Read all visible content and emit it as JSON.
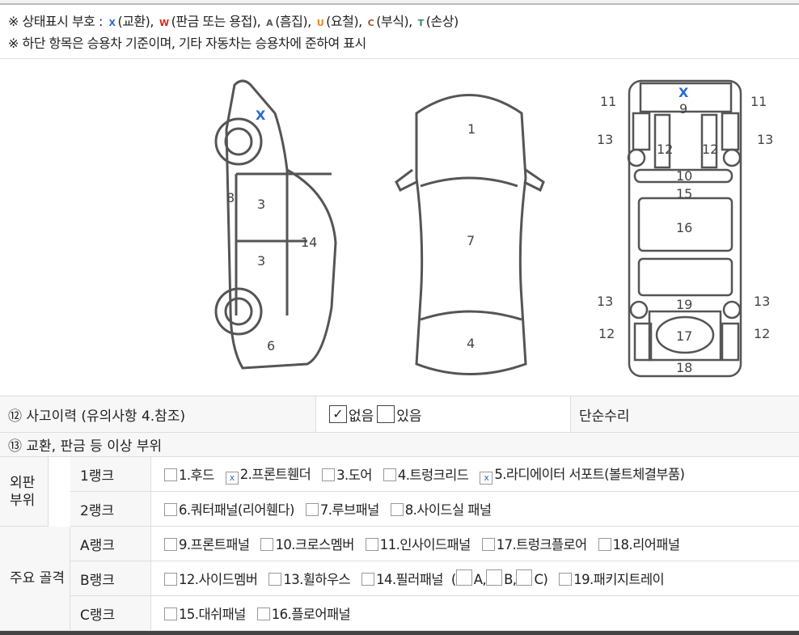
{
  "legend": {
    "line1_prefix": "※ 상태표시 부호 :",
    "symbols": [
      {
        "sym": "X",
        "label": "(교환),",
        "color": "#2a6ad0"
      },
      {
        "sym": "W",
        "label": "(판금 또는 용접),",
        "color": "#d9261c"
      },
      {
        "sym": "A",
        "label": "(흠집),",
        "color": "#555555"
      },
      {
        "sym": "U",
        "label": "(요철),",
        "color": "#e08a1e"
      },
      {
        "sym": "C",
        "label": "(부식),",
        "color": "#a0522d"
      },
      {
        "sym": "T",
        "label": "(손상)",
        "color": "#2e8b57"
      }
    ],
    "line2": "※ 하단 항목은 승용차 기준이며, 기타 자동차는 승용차에 준하여 표시"
  },
  "diagram": {
    "side": [
      "8",
      "3",
      "3",
      "14",
      "6"
    ],
    "top": [
      "1",
      "7",
      "4"
    ],
    "under": [
      "11",
      "11",
      "9",
      "13",
      "13",
      "12",
      "12",
      "10",
      "15",
      "16",
      "13",
      "13",
      "19",
      "12",
      "12",
      "17",
      "18"
    ],
    "marks": [
      "X",
      "X"
    ]
  },
  "accident": {
    "label": "⑫ 사고이력 (유의사항 4.참조)",
    "none": "없음",
    "none_checked": true,
    "yes": "있음",
    "yes_checked": false,
    "repair": "단순수리"
  },
  "section13": "⑬ 교환, 판금 등 이상 부위",
  "groups": {
    "exterior": "외판 부위",
    "frame": "주요 골격"
  },
  "ranks": [
    {
      "name": "1랭크",
      "items": [
        {
          "t": "1.후드",
          "c": ""
        },
        {
          "t": "2.프론트휀더",
          "c": "x"
        },
        {
          "t": "3.도어",
          "c": ""
        },
        {
          "t": "4.트렁크리드",
          "c": ""
        },
        {
          "t": "5.라디에이터 서포트(볼트체결부품)",
          "c": "x"
        }
      ]
    },
    {
      "name": "2랭크",
      "items": [
        {
          "t": "6.쿼터패널(리어휀다)",
          "c": ""
        },
        {
          "t": "7.루브패널",
          "c": ""
        },
        {
          "t": "8.사이드실 패널",
          "c": ""
        }
      ]
    },
    {
      "name": "A랭크",
      "items": [
        {
          "t": "9.프론트패널",
          "c": ""
        },
        {
          "t": "10.크로스멤버",
          "c": ""
        },
        {
          "t": "11.인사이드패널",
          "c": ""
        },
        {
          "t": "17.트렁크플로어",
          "c": ""
        },
        {
          "t": "18.리어패널",
          "c": ""
        }
      ]
    },
    {
      "name": "B랭크",
      "items": [
        {
          "t": "12.사이드멤버",
          "c": ""
        },
        {
          "t": "13.휠하우스",
          "c": ""
        },
        {
          "t": "14.필러패널",
          "c": ""
        },
        {
          "t": "19.패키지트레이",
          "c": ""
        }
      ]
    },
    {
      "name": "C랭크",
      "items": [
        {
          "t": "15.대쉬패널",
          "c": ""
        },
        {
          "t": "16.플로어패널",
          "c": ""
        }
      ]
    }
  ],
  "pillar": {
    "open": "(",
    "a": "A,",
    "b": "B,",
    "c": "C",
    ")": ")",
    "close": ")"
  }
}
